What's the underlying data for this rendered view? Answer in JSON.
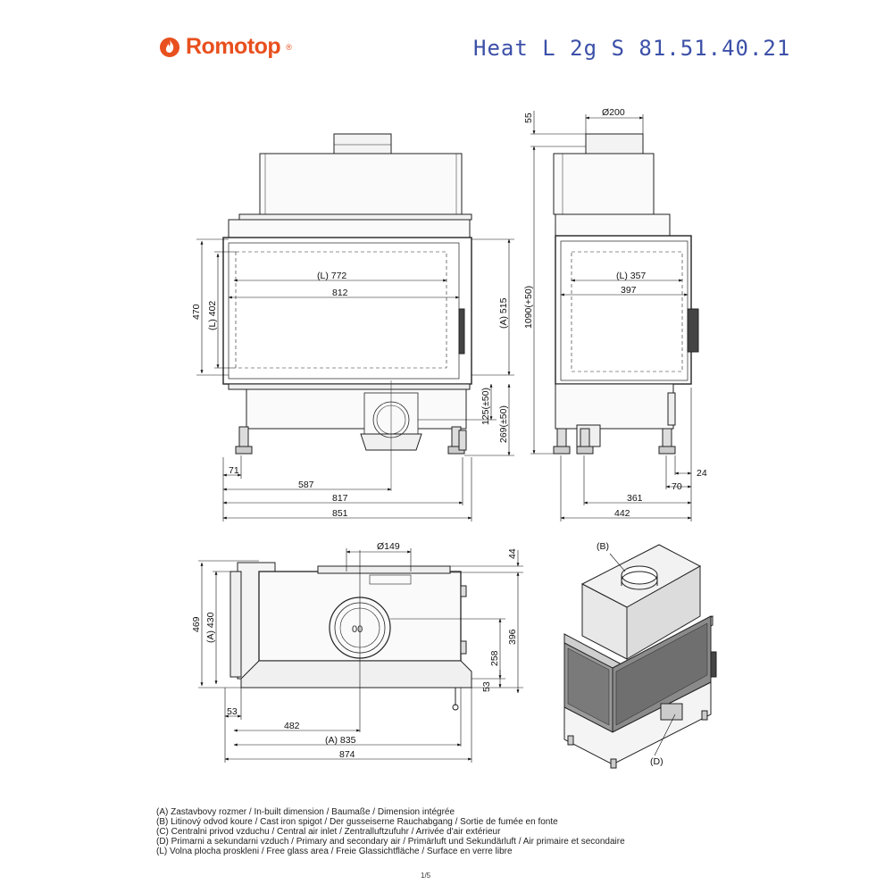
{
  "header": {
    "brand": "Romotop",
    "brand_reg": "®",
    "model": "Heat L 2g S 81.51.40.21",
    "brand_color": "#e8501e",
    "model_color": "#3c50a8"
  },
  "front_view": {
    "glass_width": "(L) 772",
    "inner_width": "812",
    "height_470": "470",
    "glass_height": "(L) 402",
    "built_in_height": "(A) 515",
    "air_inlet_1": "125(±50)",
    "air_inlet_2": "269(±50)",
    "d71": "71",
    "d587": "587",
    "d817": "817",
    "d851": "851"
  },
  "side_view": {
    "spigot": "Ø200",
    "top": "55",
    "total_height": "1090(+50)",
    "glass_width": "(L) 357",
    "inner_width": "397",
    "d24": "24",
    "d70": "70",
    "d361": "361",
    "d442": "442"
  },
  "top_view": {
    "spigot": "Ø149",
    "d44": "44",
    "d469": "469",
    "built_in_depth": "(A) 430",
    "d396": "396",
    "d258": "258",
    "d53_right": "53",
    "d53_left": "53",
    "d482": "482",
    "built_in_width": "(A) 835",
    "d874": "874"
  },
  "iso_view": {
    "label_b": "(B)",
    "label_d": "(D)"
  },
  "legend": [
    "(A)  Zastavbovy rozmer / In-built dimension / Baumaße / Dimension intégrée",
    "(B)  Litinový odvod koure / Cast iron spigot / Der gusseiserne Rauchabgang / Sortie de fumée en fonte",
    "(C)  Centralni privod vzduchu / Central air inlet / Zentralluftzufuhr / Arrivée d'air extérieur",
    "(D)  Primarni a sekundarni vzduch / Primary and secondary air / Primärluft und Sekundärluft / Air primaire et secondaire",
    "(L)  Volna plocha proskleni / Free glass area / Freie Glassichtfläche / Surface en verre libre"
  ],
  "page": "1/5"
}
